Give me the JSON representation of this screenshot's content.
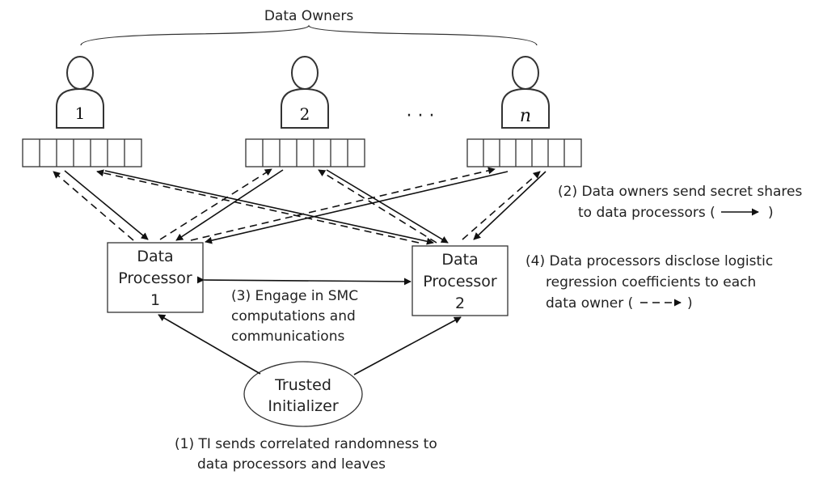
{
  "title": "Data Owners",
  "owners": [
    {
      "label": "1"
    },
    {
      "label": "2"
    },
    {
      "label": "n"
    }
  ],
  "ellipsis": "·  ·  ·",
  "processors": [
    {
      "line1": "Data",
      "line2": "Processor",
      "line3": "1"
    },
    {
      "line1": "Data",
      "line2": "Processor",
      "line3": "2"
    }
  ],
  "initializer": {
    "line1": "Trusted",
    "line2": "Initializer"
  },
  "steps": {
    "step1": [
      "(1) TI sends correlated randomness to",
      "data processors and leaves"
    ],
    "step2": [
      "(2) Data owners send secret shares",
      "to data processors ("
    ],
    "step2_close": ")",
    "step3": [
      "(3) Engage in SMC",
      "computations and",
      "communications"
    ],
    "step4": [
      "(4) Data processors disclose logistic",
      "regression coefficients to each",
      "data owner ("
    ],
    "step4_close": ")"
  }
}
